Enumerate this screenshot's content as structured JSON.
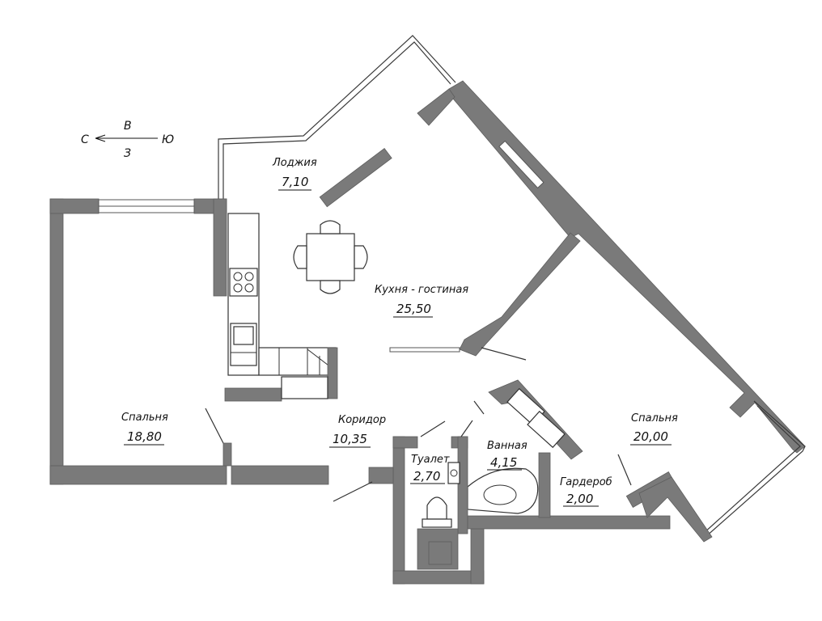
{
  "compass": {
    "north": "С",
    "south": "Ю",
    "east": "В",
    "west": "З"
  },
  "rooms": [
    {
      "key": "loggia",
      "name": "Лоджия",
      "area": "7,10"
    },
    {
      "key": "kitchen",
      "name": "Кухня - гостиная",
      "area": "25,50"
    },
    {
      "key": "bedroom1",
      "name": "Спальня",
      "area": "18,80"
    },
    {
      "key": "corridor",
      "name": "Коридор",
      "area": "10,35"
    },
    {
      "key": "toilet",
      "name": "Туалет",
      "area": "2,70"
    },
    {
      "key": "bathroom",
      "name": "Ванная",
      "area": "4,15"
    },
    {
      "key": "wardrobe",
      "name": "Гардероб",
      "area": "2,00"
    },
    {
      "key": "bedroom2",
      "name": "Спальня",
      "area": "20,00"
    }
  ],
  "colors": {
    "wall": "#7a7a7a",
    "background": "#ffffff"
  }
}
